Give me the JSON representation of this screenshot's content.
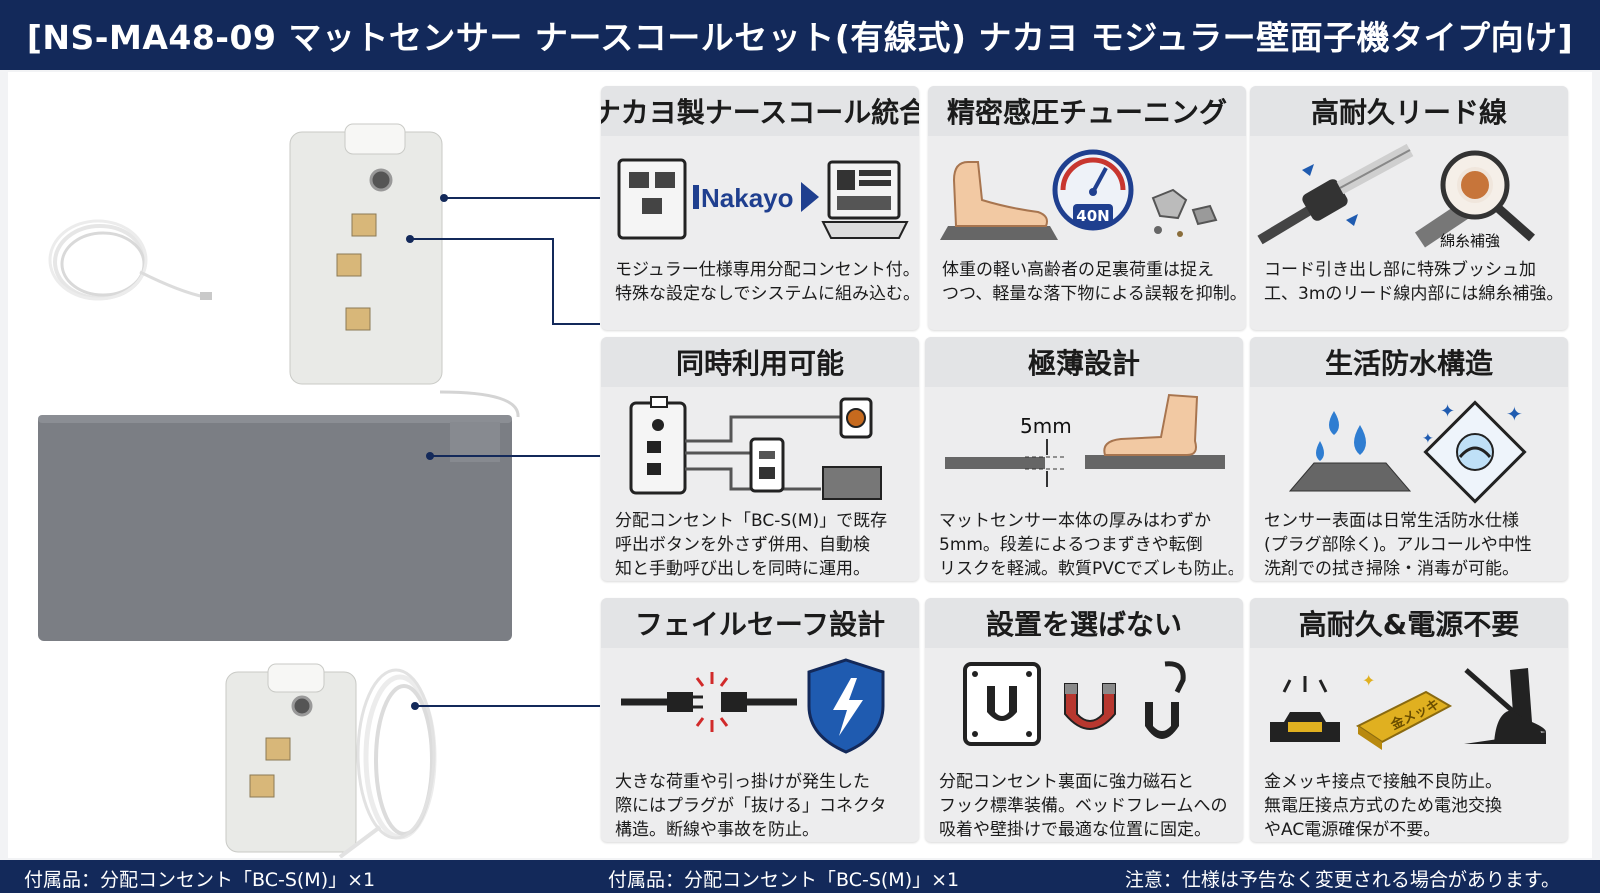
{
  "header": {
    "title": "[NS-MA48-09 マットセンサー ナースコールセット(有線式) ナカヨ モジュラー壁面子機タイプ向け]"
  },
  "cards": [
    {
      "title": "ナカヨ製ナースコール統合",
      "logo_text": "Nakayo",
      "lines": [
        "モジュラー仕様専用分配コンセント付。",
        "特殊な設定なしでシステムに組み込む。"
      ]
    },
    {
      "title": "精密感圧チューニング",
      "gauge_text": "40N",
      "lines": [
        "体重の軽い高齢者の足裏荷重は捉え",
        "つつ、軽量な落下物による誤報を抑制。"
      ]
    },
    {
      "title": "高耐久リード線",
      "magnifier_label": "綿糸補強",
      "lines": [
        "コード引き出し部に特殊ブッシュ加",
        "工、3mのリード線内部には綿糸補強。"
      ]
    },
    {
      "title": "同時利用可能",
      "lines": [
        "分配コンセント「BC-S(M)」で既存",
        "呼出ボタンを外さず併用、自動検",
        "知と手動呼び出しを同時に運用。"
      ]
    },
    {
      "title": "極薄設計",
      "thickness_label": "5mm",
      "lines": [
        "マットセンサー本体の厚みはわずか",
        "5mm。段差によるつまずきや転倒",
        "リスクを軽減。軟質PVCでズレも防止。"
      ]
    },
    {
      "title": "生活防水構造",
      "lines": [
        "センサー表面は日常生活防水仕様",
        "(プラグ部除く)。アルコールや中性",
        "洗剤での拭き掃除・消毒が可能。"
      ]
    },
    {
      "title": "フェイルセーフ設計",
      "lines": [
        "大きな荷重や引っ掛けが発生した",
        "際にはプラグが「抜ける」コネクタ",
        "構造。断線や事故を防止。"
      ]
    },
    {
      "title": "設置を選ばない",
      "lines": [
        "分配コンセント裏面に強力磁石と",
        "フック標準装備。ベッドフレームへの",
        "吸着や壁掛けで最適な位置に固定。"
      ]
    },
    {
      "title": "高耐久&電源不要",
      "gold_label": "金メッキ",
      "lines": [
        "金メッキ接点で接触不良防止。",
        "無電圧接点方式のため電池交換",
        "やAC電源確保が不要。"
      ]
    }
  ],
  "footer": {
    "left": "付属品：分配コンセント「BC-S(M)」×1",
    "center": "付属品：分配コンセント「BC-S(M)」×1",
    "right": "注意：仕様は予告なく変更される場合があります。"
  },
  "colors": {
    "navy": "#13295a",
    "mat": "#7b7e84",
    "gold": "#e0b020",
    "accent_blue": "#1f5bb0",
    "card": "#ededee"
  }
}
